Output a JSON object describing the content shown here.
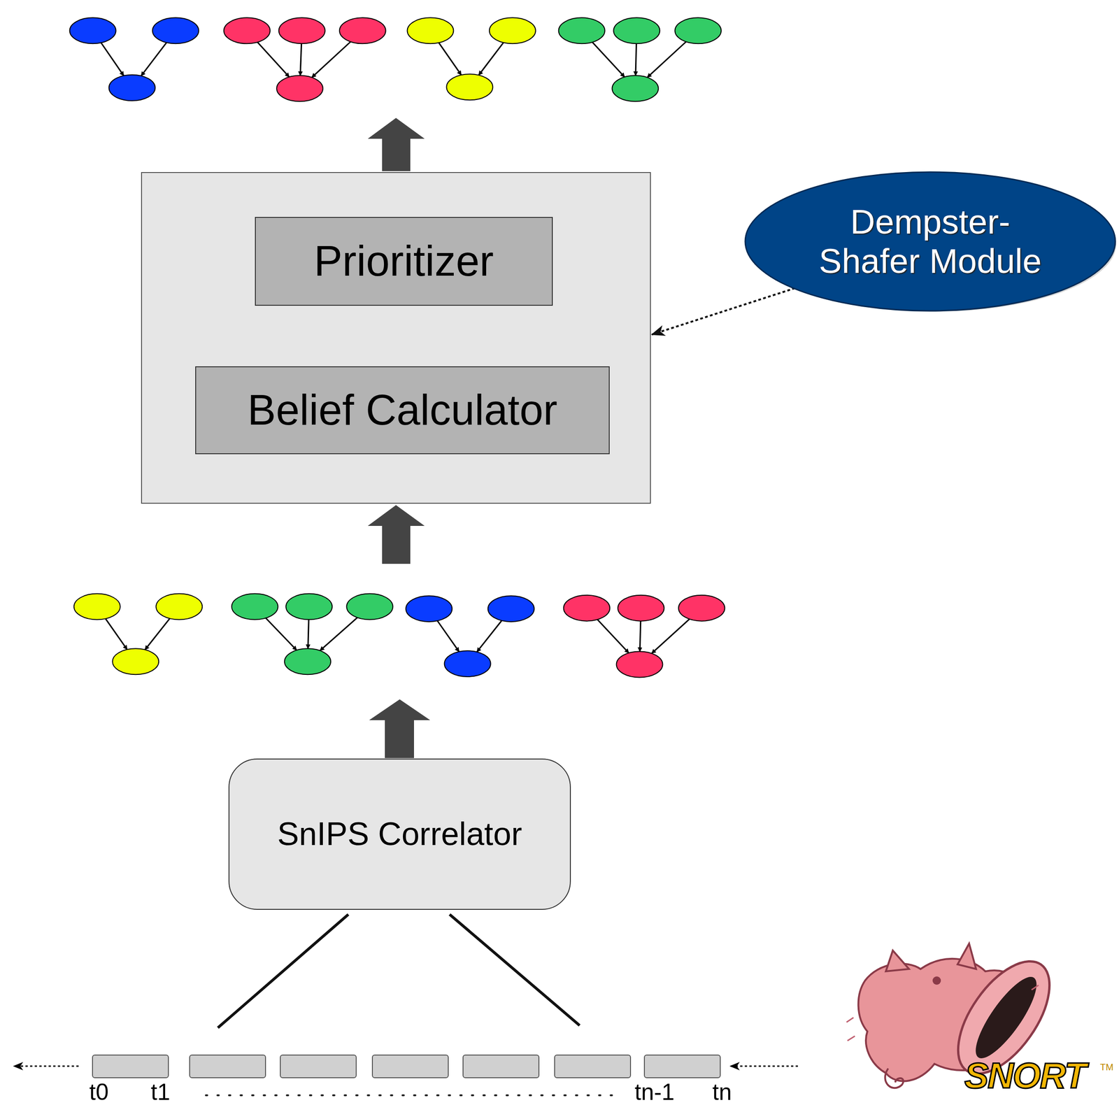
{
  "diagram": {
    "nodes": [
      {
        "text": []
      },
      {
        "text": [
          "Prioritizer"
        ],
        "in": 0
      },
      {
        "text": [
          "Belief Calculator"
        ],
        "in": 0
      },
      {
        "text": [
          "Dempster-Shafer Module"
        ]
      },
      {
        "text": [
          "SnIPS Correlator"
        ]
      }
    ],
    "edges": [
      {
        "from": 2,
        "to": 1,
        "arrow": "to"
      },
      {
        "from": 3,
        "to": 0,
        "arrow": "to"
      }
    ],
    "labels": [
      "t0",
      "t1",
      "tn-1",
      "tn",
      "SNORT",
      "TM"
    ]
  }
}
